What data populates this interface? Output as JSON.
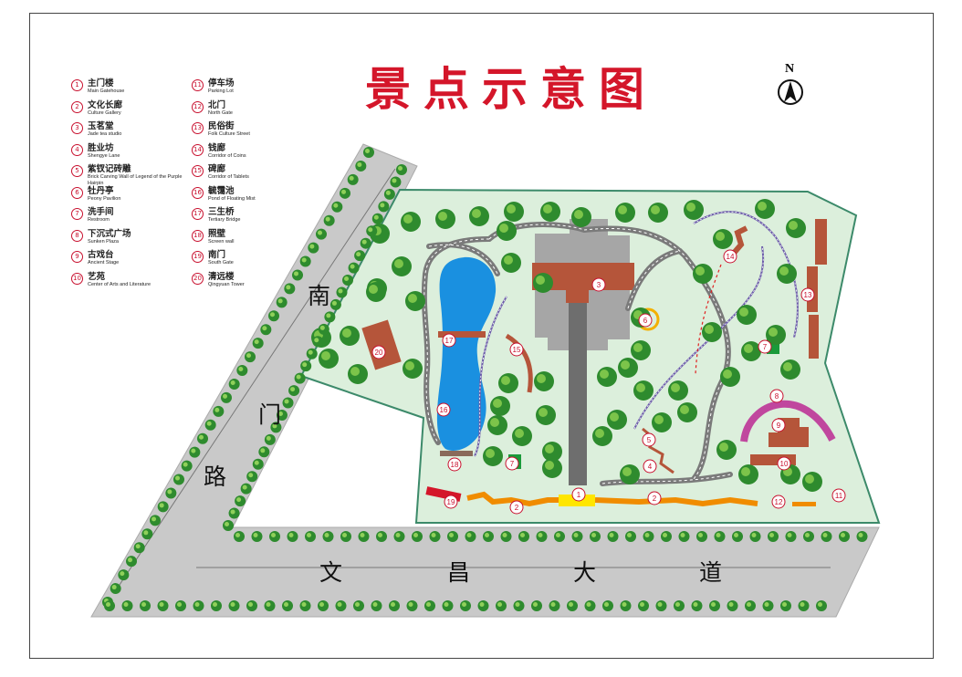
{
  "title": "景点示意图",
  "compass": {
    "label": "N"
  },
  "legend": [
    {
      "num": "1",
      "zh": "主门楼",
      "en": "Main Gatehouse"
    },
    {
      "num": "2",
      "zh": "文化长廊",
      "en": "Culture Gallery"
    },
    {
      "num": "3",
      "zh": "玉茗堂",
      "en": "Jade tea studio"
    },
    {
      "num": "4",
      "zh": "胜业坊",
      "en": "Shengye Lane"
    },
    {
      "num": "5",
      "zh": "紫钗记砖雕",
      "en": "Brick Carving Wall of Legend of the Purple Hairpin"
    },
    {
      "num": "6",
      "zh": "牡丹亭",
      "en": "Peony Pavilion"
    },
    {
      "num": "7",
      "zh": "洗手间",
      "en": "Restroom"
    },
    {
      "num": "8",
      "zh": "下沉式广场",
      "en": "Sunken Plaza"
    },
    {
      "num": "9",
      "zh": "古戏台",
      "en": "Ancient Stage"
    },
    {
      "num": "10",
      "zh": "艺苑",
      "en": "Center of Arts and Literature"
    },
    {
      "num": "11",
      "zh": "停车场",
      "en": "Parking Lot"
    },
    {
      "num": "12",
      "zh": "北门",
      "en": "North Gate"
    },
    {
      "num": "13",
      "zh": "民俗街",
      "en": "Folk Culture Street"
    },
    {
      "num": "14",
      "zh": "钱廊",
      "en": "Corridor of Coins"
    },
    {
      "num": "15",
      "zh": "碑廊",
      "en": "Corridor of Tablets"
    },
    {
      "num": "16",
      "zh": "毓霭池",
      "en": "Pond of Floating Mist"
    },
    {
      "num": "17",
      "zh": "三生桥",
      "en": "Tertiary Bridge"
    },
    {
      "num": "18",
      "zh": "照壁",
      "en": "Screen wall"
    },
    {
      "num": "19",
      "zh": "南门",
      "en": "South Gate"
    },
    {
      "num": "20",
      "zh": "清远楼",
      "en": "Qingyuan Tower"
    }
  ],
  "roads": {
    "south_gate_road": [
      "南",
      "门",
      "路"
    ],
    "wenchang_avenue": [
      "文",
      "昌",
      "大",
      "道"
    ]
  },
  "map_markers": [
    {
      "num": "1"
    },
    {
      "num": "2"
    },
    {
      "num": "2"
    },
    {
      "num": "3"
    },
    {
      "num": "4"
    },
    {
      "num": "5"
    },
    {
      "num": "6"
    },
    {
      "num": "7"
    },
    {
      "num": "7"
    },
    {
      "num": "8"
    },
    {
      "num": "9"
    },
    {
      "num": "10"
    },
    {
      "num": "11"
    },
    {
      "num": "12"
    },
    {
      "num": "13"
    },
    {
      "num": "14"
    },
    {
      "num": "15"
    },
    {
      "num": "16"
    },
    {
      "num": "17"
    },
    {
      "num": "18"
    },
    {
      "num": "19"
    },
    {
      "num": "20"
    }
  ],
  "colors": {
    "title": "#d4162a",
    "park_fill": "#dcefdc",
    "park_border": "#3c8a6a",
    "road_gray": "#c8c8c8",
    "water": "#1a90e0",
    "building": "#b5553a",
    "gallery": "#f08c00",
    "stage_arc": "#c0479e",
    "marker": "#c8102e",
    "tree": "#2e8b2e"
  }
}
